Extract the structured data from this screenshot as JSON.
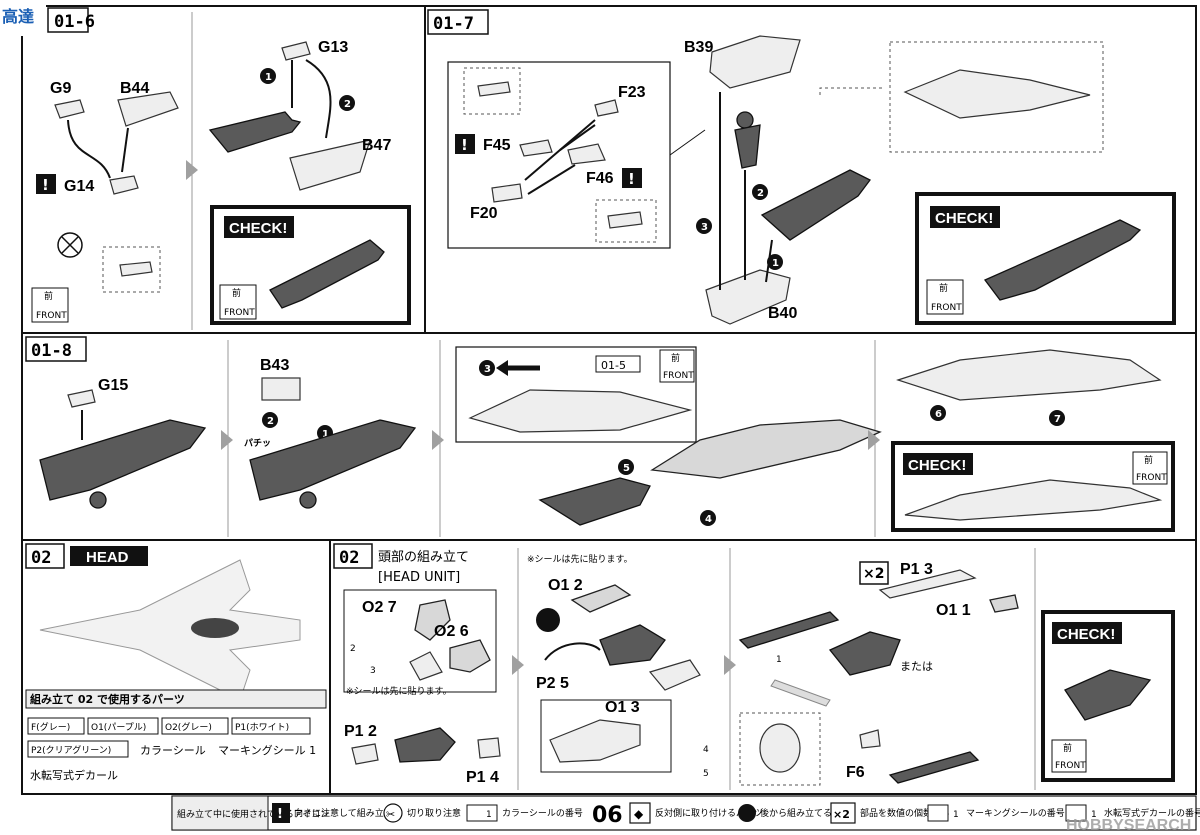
{
  "steps": {
    "s1": "01-6",
    "s2": "01-7",
    "s3": "01-8",
    "s4": "02",
    "s5": "02",
    "ref": "01-5"
  },
  "head_label": "HEAD",
  "head_unit_title_jp": "頭部の組み立て",
  "head_unit_title_en": "[HEAD UNIT]",
  "sticker_note_1": "※シールは先に貼ります。",
  "sticker_note_2": "※シールは先に貼ります。",
  "check_label": "CHECK!",
  "front_jp": "前",
  "front_en": "FRONT",
  "parts": {
    "g9": "G9",
    "b44": "B44",
    "g14": "G14",
    "g13": "G13",
    "b47": "B47",
    "b39": "B39",
    "f23": "F23",
    "f45": "F45",
    "f46": "F46",
    "f20": "F20",
    "b40": "B40",
    "g15": "G15",
    "b43": "B43",
    "o2_7": "O2 7",
    "o2_6": "O2 6",
    "o1_2": "O1 2",
    "p2_5": "P2 5",
    "o1_3": "O1 3",
    "p1_2": "P1 2",
    "p1_4": "P1 4",
    "p1_3": "P1 3",
    "o1_1": "O1 1",
    "f6": "F6"
  },
  "multiplier": "×2",
  "or_text": "または",
  "sound": "パチッ",
  "sticker_nums": {
    "a": "2",
    "b": "3",
    "c": "4",
    "d": "5",
    "e": "1"
  },
  "parts_list_title": "組み立て 02 で使用するパーツ",
  "parts_list": [
    "F(グレー)",
    "O1(パープル)",
    "O2(グレー)",
    "P1(ホワイト)",
    "P2(クリアグリーン)"
  ],
  "parts_list_extra": [
    "カラーシール",
    "マーキングシール 1"
  ],
  "decal": "水転写式デカール",
  "legend": {
    "title": "組み立て中に使用されているアイコン",
    "items": [
      {
        "icon": "!",
        "text": "向きに注意して組み立てる"
      },
      {
        "icon": "✂",
        "text": "切り取り注意"
      },
      {
        "icon": "1",
        "text": "カラーシールの番号"
      },
      {
        "icon": "◆",
        "text": "反対側に取り付けるパーツ"
      },
      {
        "icon": "●",
        "text": "後から組み立てる"
      },
      {
        "icon": "×2",
        "text": "部品を数値の個数作る"
      },
      {
        "icon": "1",
        "text": "マーキングシールの番号"
      },
      {
        "icon": "1",
        "text": "水転写式デカールの番号"
      }
    ]
  },
  "page_number": "06",
  "watermark": "HOBBYSEARCH",
  "logo_text": "高達"
}
